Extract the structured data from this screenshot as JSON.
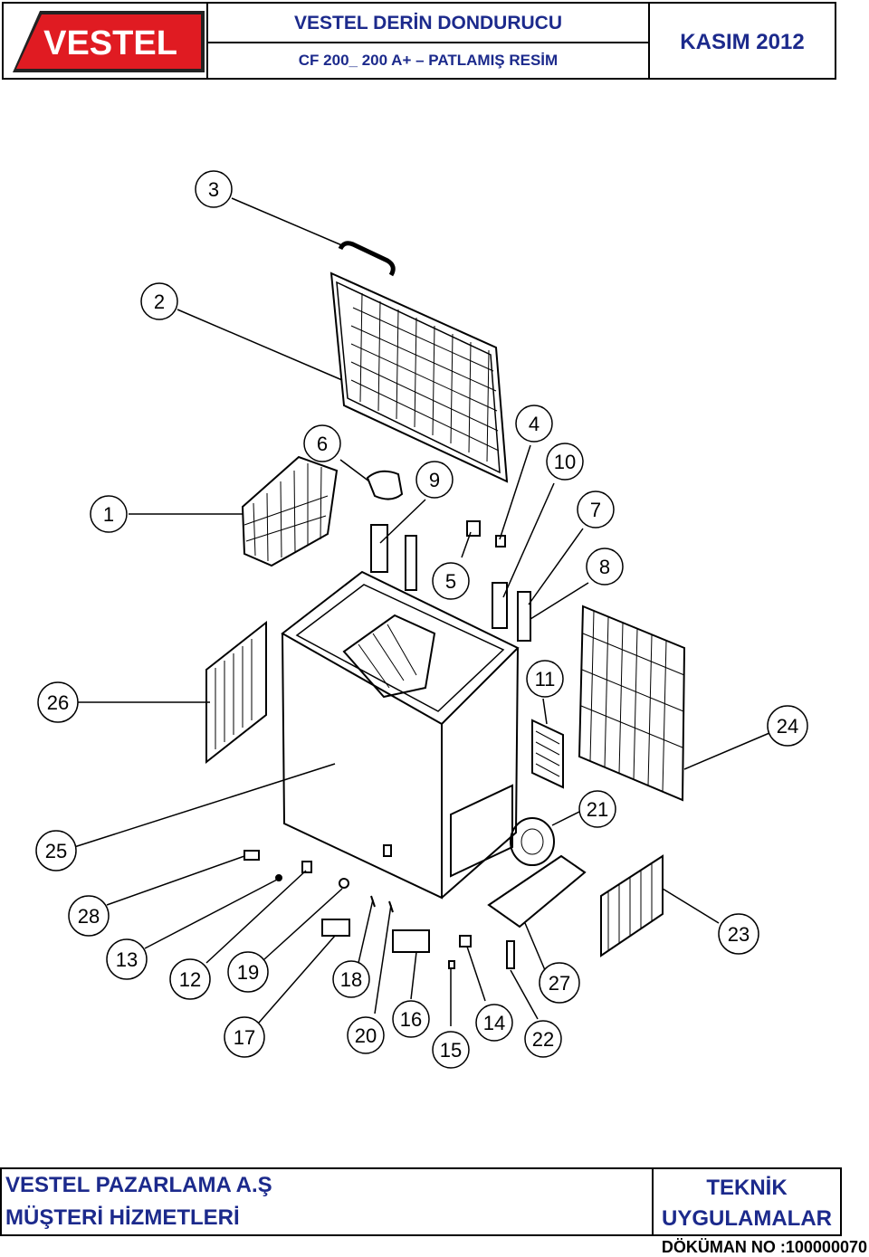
{
  "header": {
    "logo_text": "VESTEL",
    "title_line1": "VESTEL  DERİN DONDURUCU",
    "title_line2": "CF 200_ 200 A+ – PATLAMIŞ RESİM",
    "date": "KASIM 2012"
  },
  "footer": {
    "company_line1": "VESTEL PAZARLAMA A.Ş",
    "company_line2": "MÜŞTERİ HİZMETLERİ",
    "dept_line1": "TEKNİK",
    "dept_line2": "UYGULAMALAR",
    "doc_no": "DÖKÜMAN NO :100000070"
  },
  "callouts": [
    "1",
    "2",
    "3",
    "4",
    "5",
    "6",
    "7",
    "8",
    "9",
    "10",
    "11",
    "12",
    "13",
    "14",
    "15",
    "16",
    "17",
    "18",
    "19",
    "20",
    "21",
    "22",
    "23",
    "24",
    "25",
    "26",
    "27",
    "28"
  ],
  "colors": {
    "brand_red": "#e01b22",
    "title_blue": "#1c2a8c",
    "line": "#000000"
  }
}
